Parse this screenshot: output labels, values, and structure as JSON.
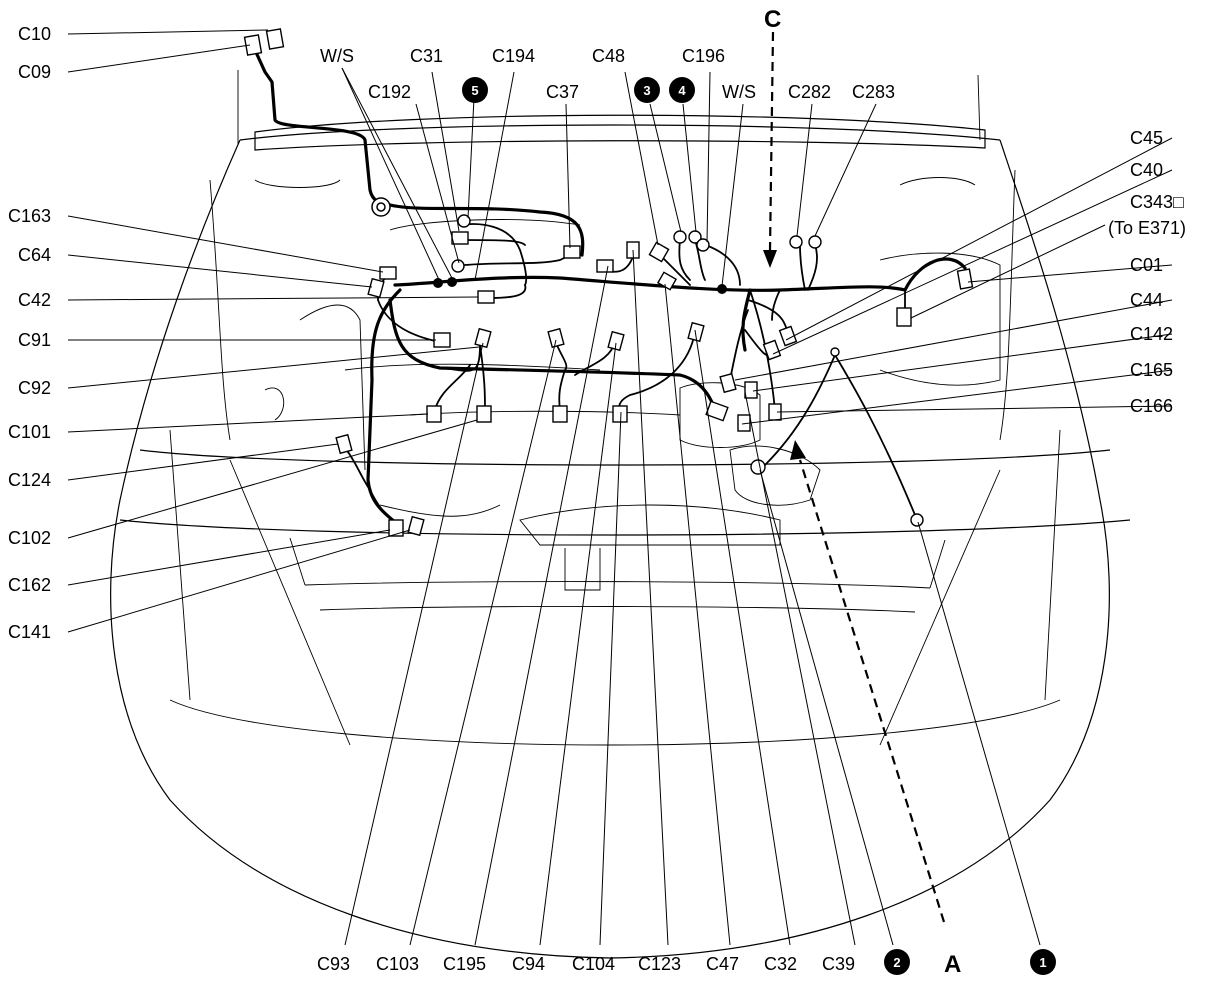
{
  "labels": {
    "c10": "C10",
    "c09": "C09",
    "ws_left": "W/S",
    "c31": "C31",
    "c194": "C194",
    "c48": "C48",
    "c196": "C196",
    "c192": "C192",
    "c37": "C37",
    "ws_right": "W/S",
    "c282": "C282",
    "c283": "C283",
    "c45": "C45",
    "c40": "C40",
    "c343": "C343□",
    "to_e371": "(To E371)",
    "c01": "C01",
    "c44": "C44",
    "c142": "C142",
    "c165": "C165",
    "c166": "C166",
    "c163": "C163",
    "c64": "C64",
    "c42": "C42",
    "c91": "C91",
    "c92": "C92",
    "c101": "C101",
    "c124": "C124",
    "c102": "C102",
    "c162": "C162",
    "c141": "C141",
    "c93": "C93",
    "c103": "C103",
    "c195": "C195",
    "c94": "C94",
    "c104": "C104",
    "c123": "C123",
    "c47": "C47",
    "c32": "C32",
    "c39": "C39",
    "view_c": "C",
    "view_a": "A",
    "num_1": "1",
    "num_2": "2",
    "num_3": "3",
    "num_4": "4",
    "num_5": "5"
  }
}
